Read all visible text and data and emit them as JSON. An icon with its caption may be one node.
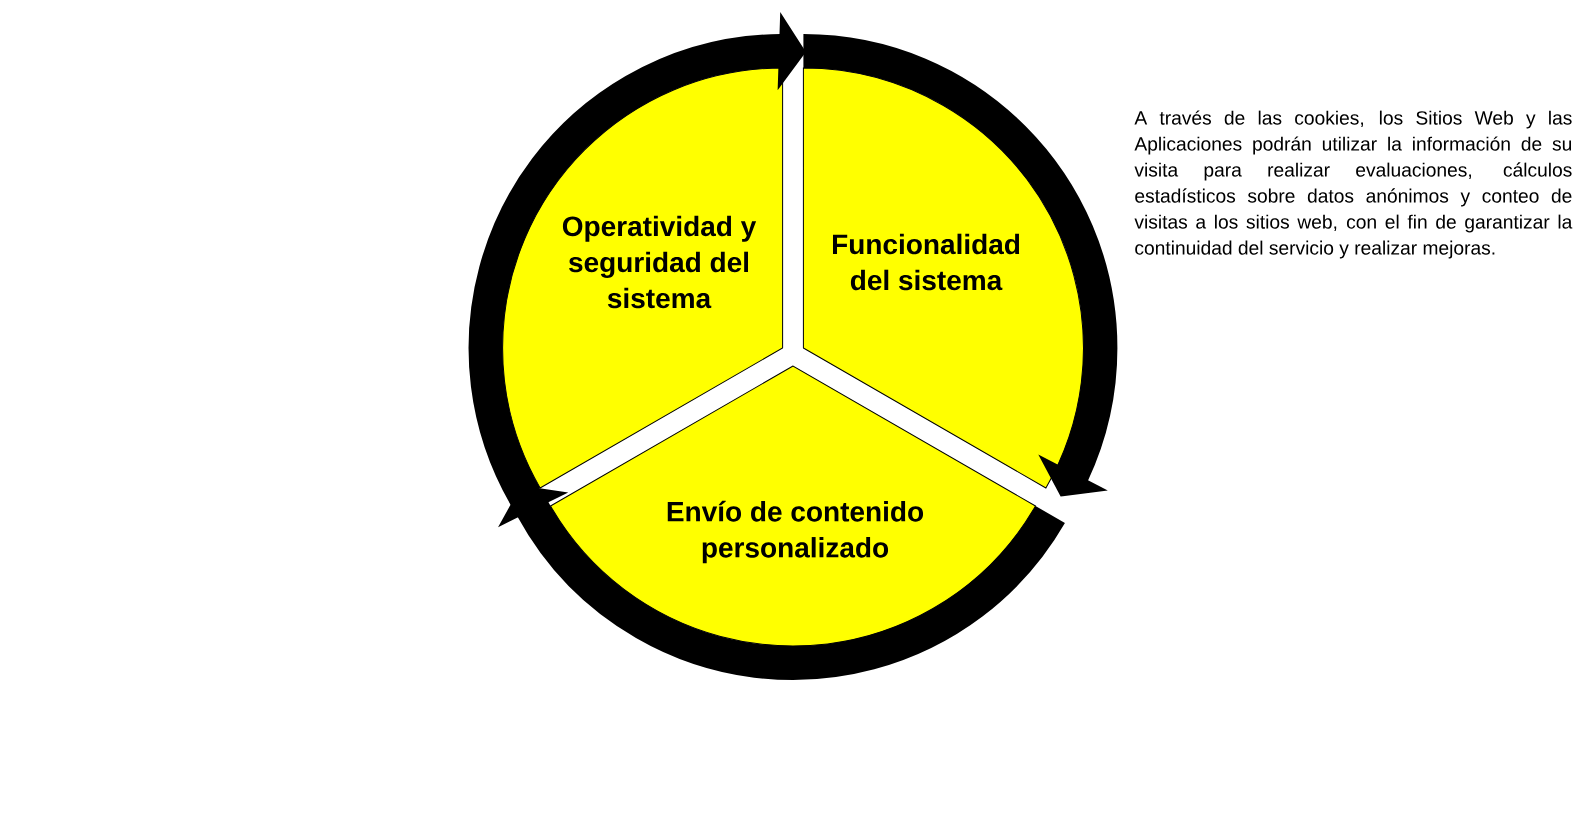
{
  "diagram": {
    "nodes": [
      {
        "text": [
          "Operatividad y seguridad del sistema"
        ]
      },
      {
        "text": [
          "Funcionalidad del sistema"
        ]
      },
      {
        "text": [
          "Envío de contenido personalizado"
        ]
      }
    ],
    "edges": [
      {
        "from": 0,
        "to": 1,
        "arrow": "to"
      },
      {
        "from": 1,
        "to": 2,
        "arrow": "to"
      },
      {
        "from": 2,
        "to": 0,
        "arrow": "to"
      }
    ],
    "labels": [
      "A través de las cookies, los Sitios Web y las Aplicaciones podrán utilizar la información de su visita para realizar evaluaciones, cálculos estadísticos sobre datos anónimos y conteo de visitas a los sitios web, con el fin de garantizar la continuidad del servicio y realizar mejoras."
    ]
  }
}
